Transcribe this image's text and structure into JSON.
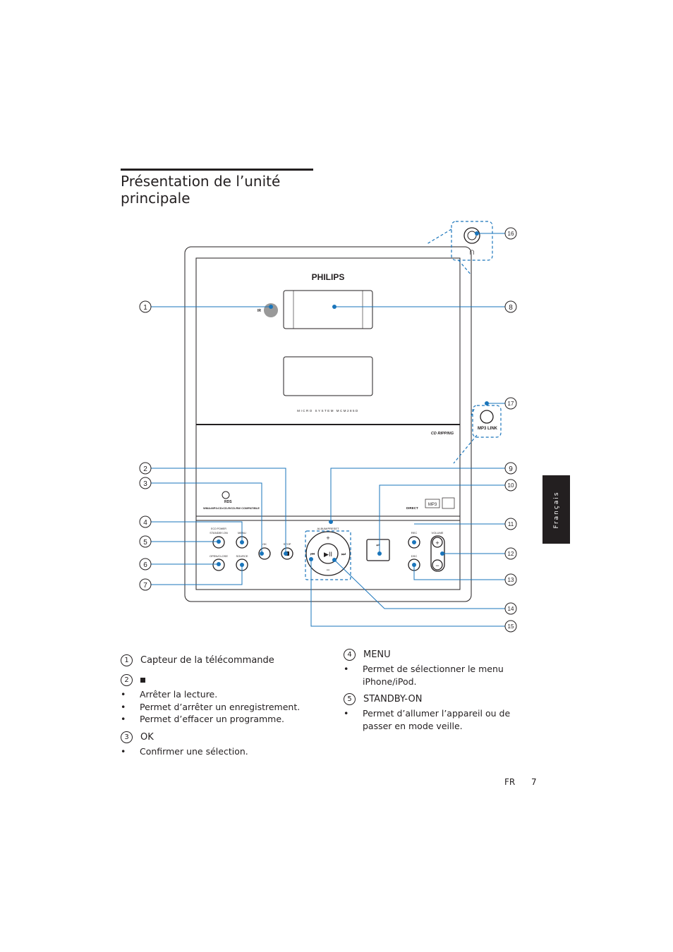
{
  "page": {
    "title_line1": "Présentation de l’unité",
    "title_line2": "principale",
    "side_tab": "Français",
    "footer_lang": "FR",
    "page_number": "7"
  },
  "device": {
    "brand": "PHILIPS",
    "model": "MICRO SYSTEM MCM285D",
    "cd_ripping": "CD RIPPING",
    "ir": "IR",
    "compat": "WMA•MP3•CD•CD-R/CD-RW COMPATIBLE",
    "mp3_link": "MP3 LINK",
    "logo_rds": "RDS",
    "logo_direct": "DIRECT",
    "logo_mp3": "MP3",
    "btn_standby": "STANDBY-ON",
    "btn_eco": "ECO POWER",
    "btn_menu": "MENU",
    "btn_ok": "OK",
    "btn_stop": "STOP",
    "btn_open": "OPEN/CLOSE",
    "btn_source": "SOURCE",
    "btn_album": "ALBUM/PRESET",
    "btn_rec": "REC",
    "btn_dsc": "DSC",
    "btn_volume": "VOLUME"
  },
  "callouts": [
    "1",
    "2",
    "3",
    "4",
    "5",
    "6",
    "7",
    "8",
    "9",
    "10",
    "11",
    "12",
    "13",
    "14",
    "15",
    "16",
    "17"
  ],
  "items": {
    "i1": {
      "num": "1",
      "label": "Capteur de la télécommande"
    },
    "i2": {
      "num": "2",
      "icon": "stop-icon",
      "bullets": [
        "Arrêter la lecture.",
        "Permet d’arrêter un enregistrement.",
        "Permet d’effacer un programme."
      ]
    },
    "i3": {
      "num": "3",
      "label": "OK",
      "bullets": [
        "Confirmer une sélection."
      ]
    },
    "i4": {
      "num": "4",
      "label": "MENU",
      "bullets": [
        "Permet de sélectionner le menu iPhone/iPod."
      ]
    },
    "i5": {
      "num": "5",
      "label": "STANDBY-ON",
      "bullets": [
        "Permet d’allumer l’appareil ou de passer en mode veille."
      ]
    }
  },
  "colors": {
    "callout_blue": "#1a75bb",
    "ink": "#231f20",
    "sensor_gray": "#999999"
  }
}
